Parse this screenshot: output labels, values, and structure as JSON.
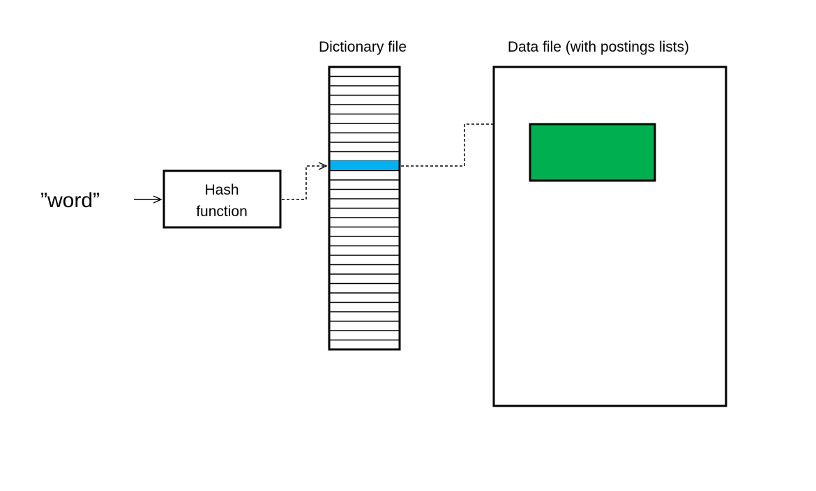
{
  "input": {
    "word": "”word”"
  },
  "hash_box": {
    "line1": "Hash",
    "line2": "function"
  },
  "dictionary": {
    "title": "Dictionary file",
    "highlight_color": "#00b0f0"
  },
  "data_file": {
    "title": "Data file (with postings lists)",
    "posting_color": "#00b050"
  }
}
